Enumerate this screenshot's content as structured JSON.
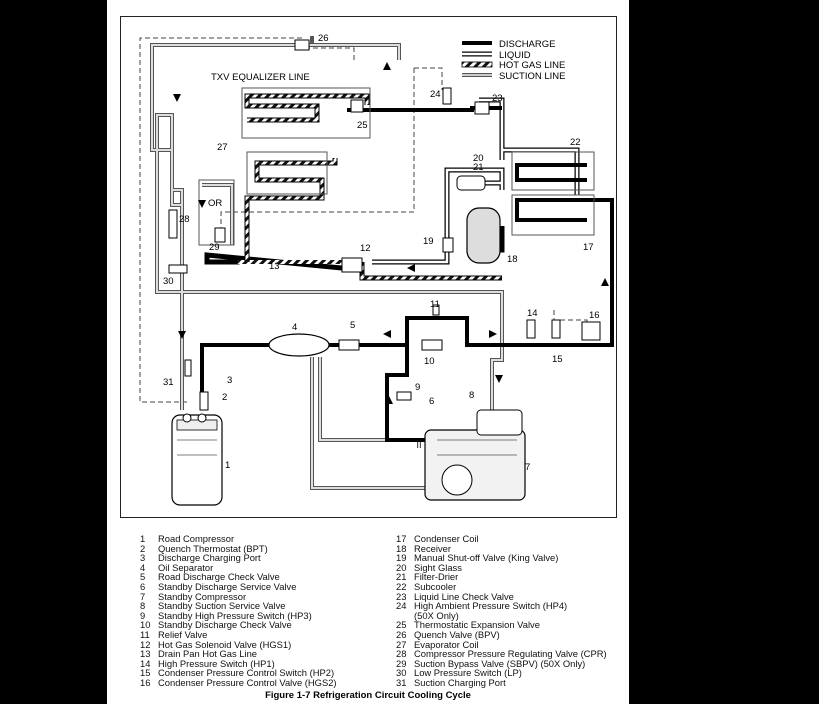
{
  "legend": [
    {
      "key": "discharge",
      "label": "DISCHARGE"
    },
    {
      "key": "liquid",
      "label": "LIQUID"
    },
    {
      "key": "hotgas",
      "label": "HOT GAS LINE"
    },
    {
      "key": "suction",
      "label": "SUCTION LINE"
    }
  ],
  "diagram_labels": {
    "txv_equalizer": "TXV EQUALIZER LINE",
    "or": "OR",
    "n1": "1",
    "n2": "2",
    "n3": "3",
    "n4": "4",
    "n5": "5",
    "n6": "6",
    "n7": "7",
    "n8": "8",
    "n9": "9",
    "n10": "10",
    "n11": "11",
    "n12": "12",
    "n13": "13",
    "n14": "14",
    "n15": "15",
    "n16": "16",
    "n17": "17",
    "n18": "18",
    "n19": "19",
    "n20": "20",
    "n21": "21",
    "n22": "22",
    "n23": "23",
    "n24": "24",
    "n25": "25",
    "n26": "26",
    "n27": "27",
    "n28": "28",
    "n29": "29",
    "n30": "30",
    "n31": "31"
  },
  "components_left": [
    {
      "num": "1",
      "name": "Road Compressor"
    },
    {
      "num": "2",
      "name": "Quench Thermostat (BPT)"
    },
    {
      "num": "3",
      "name": "Discharge Charging Port"
    },
    {
      "num": "4",
      "name": "Oil Separator"
    },
    {
      "num": "5",
      "name": "Road Discharge Check Valve"
    },
    {
      "num": "6",
      "name": "Standby Discharge Service Valve"
    },
    {
      "num": "7",
      "name": "Standby Compressor"
    },
    {
      "num": "8",
      "name": "Standby Suction Service Valve"
    },
    {
      "num": "9",
      "name": "Standby High Pressure Switch (HP3)"
    },
    {
      "num": "10",
      "name": "Standby Discharge Check Valve"
    },
    {
      "num": "11",
      "name": "Relief Valve"
    },
    {
      "num": "12",
      "name": "Hot Gas Solenoid Valve (HGS1)"
    },
    {
      "num": "13",
      "name": "Drain Pan Hot Gas Line"
    },
    {
      "num": "14",
      "name": "High Pressure Switch (HP1)"
    },
    {
      "num": "15",
      "name": "Condenser Pressure Control Switch (HP2)"
    },
    {
      "num": "16",
      "name": "Condenser Pressure Control Valve (HGS2)"
    }
  ],
  "components_right": [
    {
      "num": "17",
      "name": "Condenser Coil"
    },
    {
      "num": "18",
      "name": "Receiver"
    },
    {
      "num": "19",
      "name": "Manual Shut-off Valve (King Valve)"
    },
    {
      "num": "20",
      "name": "Sight Glass"
    },
    {
      "num": "21",
      "name": "Filter-Drier"
    },
    {
      "num": "22",
      "name": "Subcooler"
    },
    {
      "num": "23",
      "name": "Liquid Line Check Valve"
    },
    {
      "num": "24",
      "name": "High Ambient Pressure Switch (HP4)"
    },
    {
      "num": "",
      "name": "(50X Only)"
    },
    {
      "num": "25",
      "name": "Thermostatic Expansion Valve"
    },
    {
      "num": "26",
      "name": "Quench Valve (BPV)"
    },
    {
      "num": "27",
      "name": "Evaporator Coil"
    },
    {
      "num": "28",
      "name": "Compressor Pressure Regulating Valve (CPR)"
    },
    {
      "num": "29",
      "name": "Suction Bypass Valve (SBPV) (50X Only)"
    },
    {
      "num": "30",
      "name": "Low Pressure Switch (LP)"
    },
    {
      "num": "31",
      "name": "Suction Charging Port"
    }
  ],
  "caption": "Figure 1-7 Refrigeration Circuit Cooling Cycle"
}
